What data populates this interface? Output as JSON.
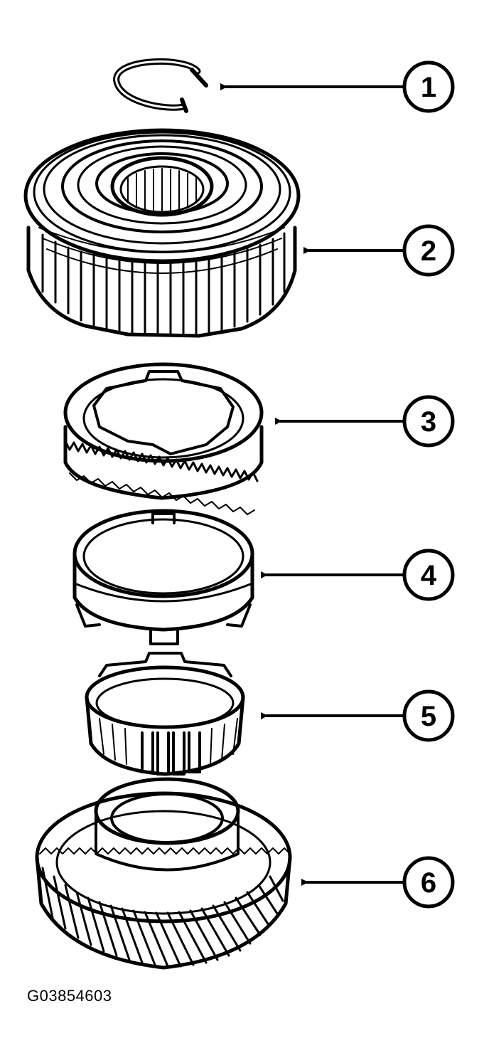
{
  "figure_id": "G03854603",
  "callouts": [
    {
      "label": "1",
      "part": "snap-ring"
    },
    {
      "label": "2",
      "part": "synchronizer-hub-and-sleeve"
    },
    {
      "label": "3",
      "part": "outer-blocker-ring"
    },
    {
      "label": "4",
      "part": "middle-cone-ring"
    },
    {
      "label": "5",
      "part": "inner-blocker-ring"
    },
    {
      "label": "6",
      "part": "helical-gear"
    }
  ],
  "colors": {
    "line": "#000000",
    "background": "#ffffff"
  }
}
